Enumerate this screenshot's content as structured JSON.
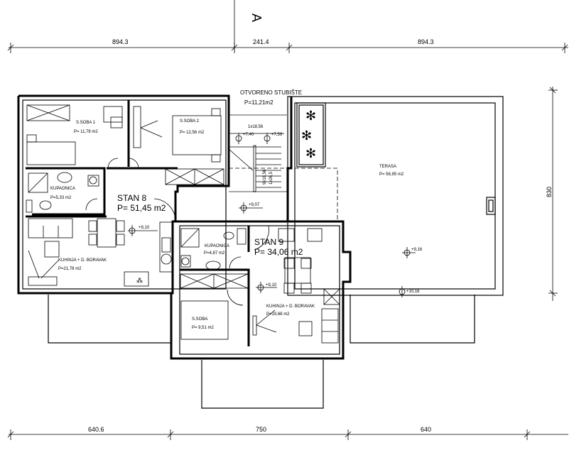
{
  "section_mark": "A",
  "dimensions": {
    "top": [
      "894.3",
      "241.4",
      "894.3"
    ],
    "bottom": [
      "640.6",
      "750",
      "640"
    ],
    "right": "830"
  },
  "stairs": {
    "title": "OTVORENO STUBIŠTE",
    "area": "P=11,21m2",
    "step_top": "1x18,56",
    "step_side": "9x18,56",
    "step_side2": "1x26,5",
    "level_1": "+7,40",
    "level_2": "+7,59",
    "corridor_level": "+9,07"
  },
  "stan8": {
    "name": "STAN 8",
    "area": "P= 51,45 m2",
    "rooms": [
      {
        "name": "S.SOBA 1",
        "area": "P= 11,78 m2"
      },
      {
        "name": "S.SOBA 2",
        "area": "P= 12,56 m2"
      },
      {
        "name": "KUPAONICA",
        "area": "P=5,33 m2"
      },
      {
        "name": "KUHINJA + D. BORAVAK",
        "area": "P=21,78 m2"
      }
    ],
    "level": "+9,10"
  },
  "stan9": {
    "name": "STAN 9",
    "area": "P= 34,06 m2",
    "rooms": [
      {
        "name": "KUPAONICA",
        "area": "P=4,87 m2"
      },
      {
        "name": "S.SOBA",
        "area": "P= 9,51 m2"
      },
      {
        "name": "KUHINJA + D. BORAVAK",
        "area": "P=19,68 m2"
      }
    ],
    "level": "+9,10"
  },
  "terrace": {
    "name": "TERASA",
    "area": "P= 56,95 m2",
    "level": "+9,16",
    "level_outer": "+10,16"
  }
}
